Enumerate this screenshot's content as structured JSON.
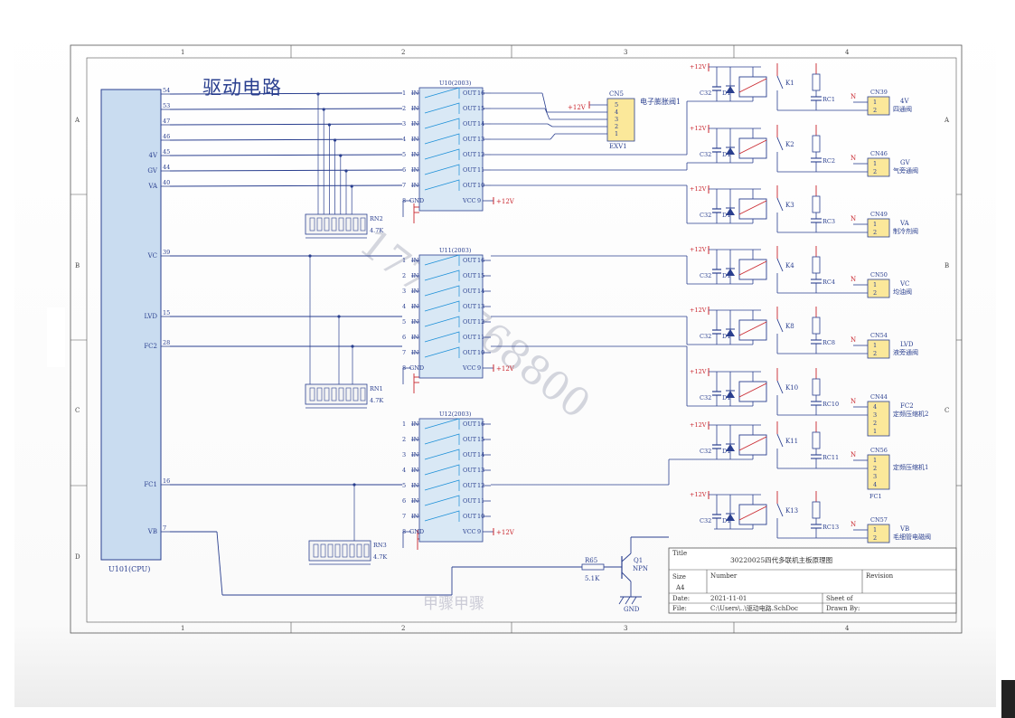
{
  "heading": "驱动电路",
  "colors": {
    "wire": "#2a3f8f",
    "red": "#c9252d",
    "ic_fill": "#d9e8f5",
    "cpu_fill": "#c9dcf0",
    "conn_fill": "#fbe89a",
    "frame": "#555555",
    "accent": "#1b8fd8"
  },
  "frame": {
    "col_markers": [
      "1",
      "2",
      "3",
      "4"
    ],
    "row_markers": [
      "A",
      "B",
      "C",
      "D"
    ]
  },
  "cpu": {
    "ref": "U101(CPU)",
    "pins": [
      {
        "label": "",
        "num": "54"
      },
      {
        "label": "",
        "num": "53"
      },
      {
        "label": "",
        "num": "47"
      },
      {
        "label": "",
        "num": "46"
      },
      {
        "label": "4V",
        "num": "45"
      },
      {
        "label": "GV",
        "num": "44"
      },
      {
        "label": "VA",
        "num": "40"
      },
      {
        "label": "VC",
        "num": "39"
      },
      {
        "label": "LVD",
        "num": "15"
      },
      {
        "label": "FC2",
        "num": "28"
      },
      {
        "label": "FC1",
        "num": "16"
      },
      {
        "label": "VB",
        "num": "7"
      }
    ]
  },
  "drivers": [
    {
      "ref": "U10(2003)",
      "gnd": "GND",
      "vcc": "VCC",
      "gnd_num": "8",
      "vcc_num": "9",
      "supply": "+12V"
    },
    {
      "ref": "U11(2003)",
      "gnd": "GND",
      "vcc": "VCC",
      "gnd_num": "8",
      "vcc_num": "9",
      "supply": "+12V"
    },
    {
      "ref": "U12(2003)",
      "gnd": "GND",
      "vcc": "VCC",
      "gnd_num": "8",
      "vcc_num": "9",
      "supply": "+12V"
    }
  ],
  "driver_pins": {
    "in_label": "IN",
    "out_label": "OUT",
    "in_nums": [
      "1",
      "2",
      "3",
      "4",
      "5",
      "6",
      "7"
    ],
    "out_nums": [
      "16",
      "15",
      "14",
      "13",
      "12",
      "11",
      "10"
    ]
  },
  "resistor_arrays": [
    {
      "ref": "RN2",
      "value": "4.7K"
    },
    {
      "ref": "RN1",
      "value": "4.7K"
    },
    {
      "ref": "RN3",
      "value": "4.7K"
    }
  ],
  "exv": {
    "ref": "CN5",
    "name": "电子膨胀阀1",
    "pins": [
      "5",
      "4",
      "3",
      "2",
      "1"
    ],
    "part": "EXV1",
    "supply": "+12V"
  },
  "channels": [
    {
      "supply": "+12V",
      "cap": "C32",
      "diode": "D1",
      "relay": "K1",
      "rc": "RC1",
      "conn": "CN39",
      "n": "N",
      "pins": [
        "1",
        "2"
      ],
      "l1": "4V",
      "l2": "四通阀"
    },
    {
      "supply": "+12V",
      "cap": "C32",
      "diode": "D1",
      "relay": "K2",
      "rc": "RC2",
      "conn": "CN46",
      "n": "N",
      "pins": [
        "1",
        "2"
      ],
      "l1": "GV",
      "l2": "气旁通阀"
    },
    {
      "supply": "+12V",
      "cap": "C32",
      "diode": "D1",
      "relay": "K3",
      "rc": "RC3",
      "conn": "CN49",
      "n": "N",
      "pins": [
        "1",
        "2"
      ],
      "l1": "VA",
      "l2": "制冷剂阀"
    },
    {
      "supply": "+12V",
      "cap": "C32",
      "diode": "D1",
      "relay": "K4",
      "rc": "RC4",
      "conn": "CN50",
      "n": "N",
      "pins": [
        "1",
        "2"
      ],
      "l1": "VC",
      "l2": "均油阀"
    },
    {
      "supply": "+12V",
      "cap": "C32",
      "diode": "D1",
      "relay": "K8",
      "rc": "RC8",
      "conn": "CN54",
      "n": "N",
      "pins": [
        "1",
        "2"
      ],
      "l1": "LVD",
      "l2": "液旁通阀"
    },
    {
      "supply": "+12V",
      "cap": "C32",
      "diode": "D1",
      "relay": "K10",
      "rc": "RC10",
      "conn": "CN44",
      "n": "N",
      "pins": [
        "4",
        "3",
        "2",
        "1"
      ],
      "l1": "FC2",
      "l2": "定频压缩机2"
    },
    {
      "supply": "+12V",
      "cap": "C32",
      "diode": "D1",
      "relay": "K11",
      "rc": "RC11",
      "conn": "CN56",
      "n": "N",
      "pins": [
        "1",
        "2",
        "3",
        "4"
      ],
      "l1": "",
      "l2": "定频压缩机1",
      "l3": "FC1"
    },
    {
      "supply": "+12V",
      "cap": "C32",
      "diode": "D1",
      "relay": "K13",
      "rc": "RC13",
      "conn": "CN57",
      "n": "N",
      "pins": [
        "1",
        "2"
      ],
      "l1": "VB",
      "l2": "毛细管电磁阀"
    }
  ],
  "transistor": {
    "r_ref": "R65",
    "r_val": "5.1K",
    "q_ref": "Q1",
    "q_type": "NPN",
    "gnd": "GND"
  },
  "title_block": {
    "title_label": "Title",
    "title": "30220025四代多联机主板原理图",
    "size_label": "Size",
    "size": "A4",
    "number_label": "Number",
    "revision_label": "Revision",
    "date_label": "Date:",
    "date": "2021-11-01",
    "file_label": "File:",
    "file": "C:\\Users\\..\\驱动电路.SchDoc",
    "sheet_label": "Sheet   of",
    "drawn_label": "Drawn By:"
  },
  "watermark": "17743768800",
  "stamp": "甲骤甲骤"
}
